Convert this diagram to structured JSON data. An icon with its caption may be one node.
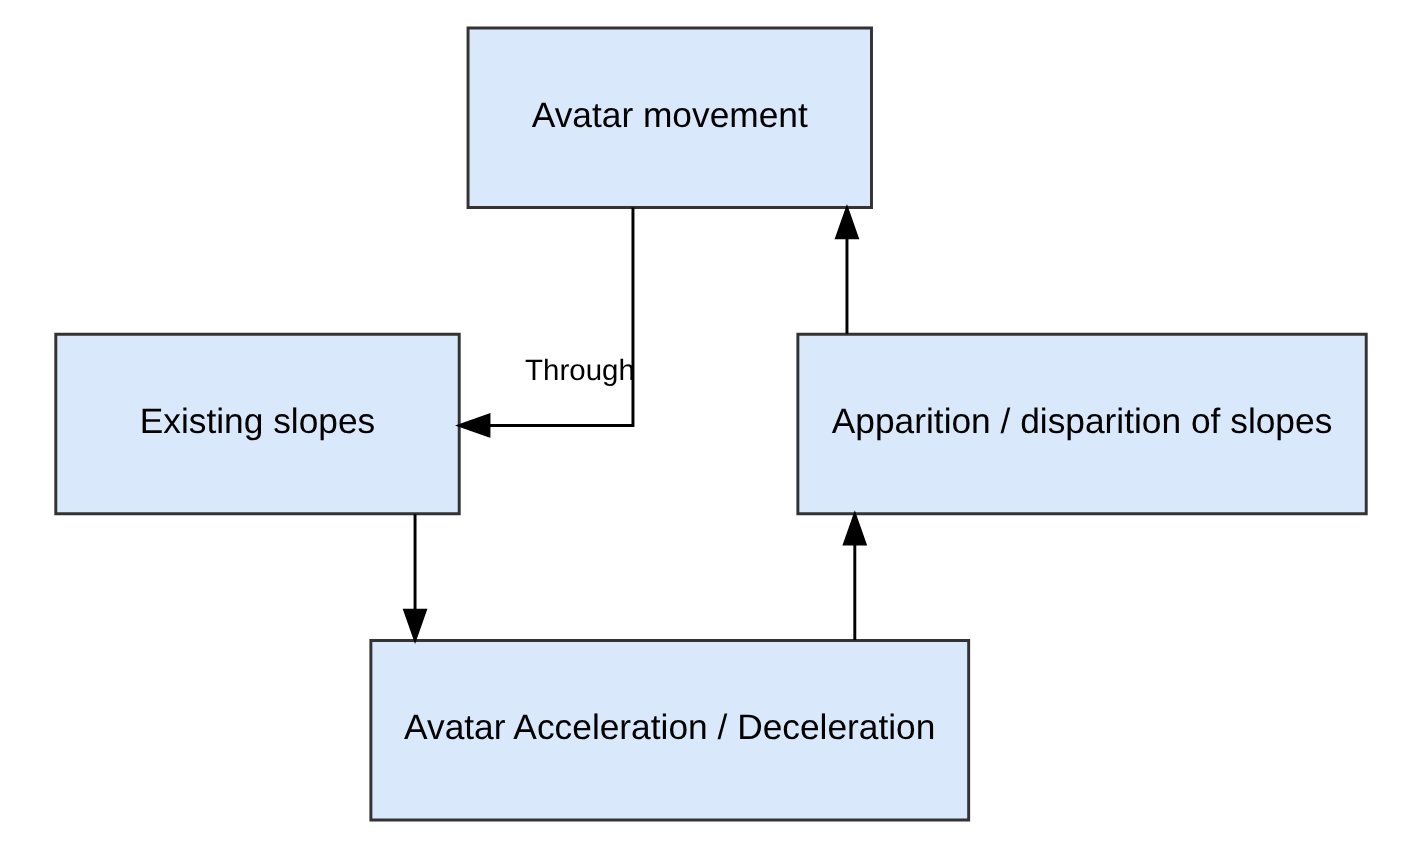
{
  "diagram": {
    "nodes": [
      {
        "text": [
          "Avatar movement"
        ]
      },
      {
        "text": [
          "Existing slopes"
        ]
      },
      {
        "text": [
          "Avatar Acceleration / Deceleration"
        ]
      },
      {
        "text": [
          "Apparition / disparition of slopes"
        ]
      }
    ],
    "edges": [
      {
        "from": 0,
        "to": 1,
        "arrow": "to",
        "label": "Through"
      },
      {
        "from": 1,
        "to": 2,
        "arrow": "to"
      },
      {
        "from": 2,
        "to": 3,
        "arrow": "to"
      },
      {
        "from": 3,
        "to": 0,
        "arrow": "to"
      }
    ]
  }
}
